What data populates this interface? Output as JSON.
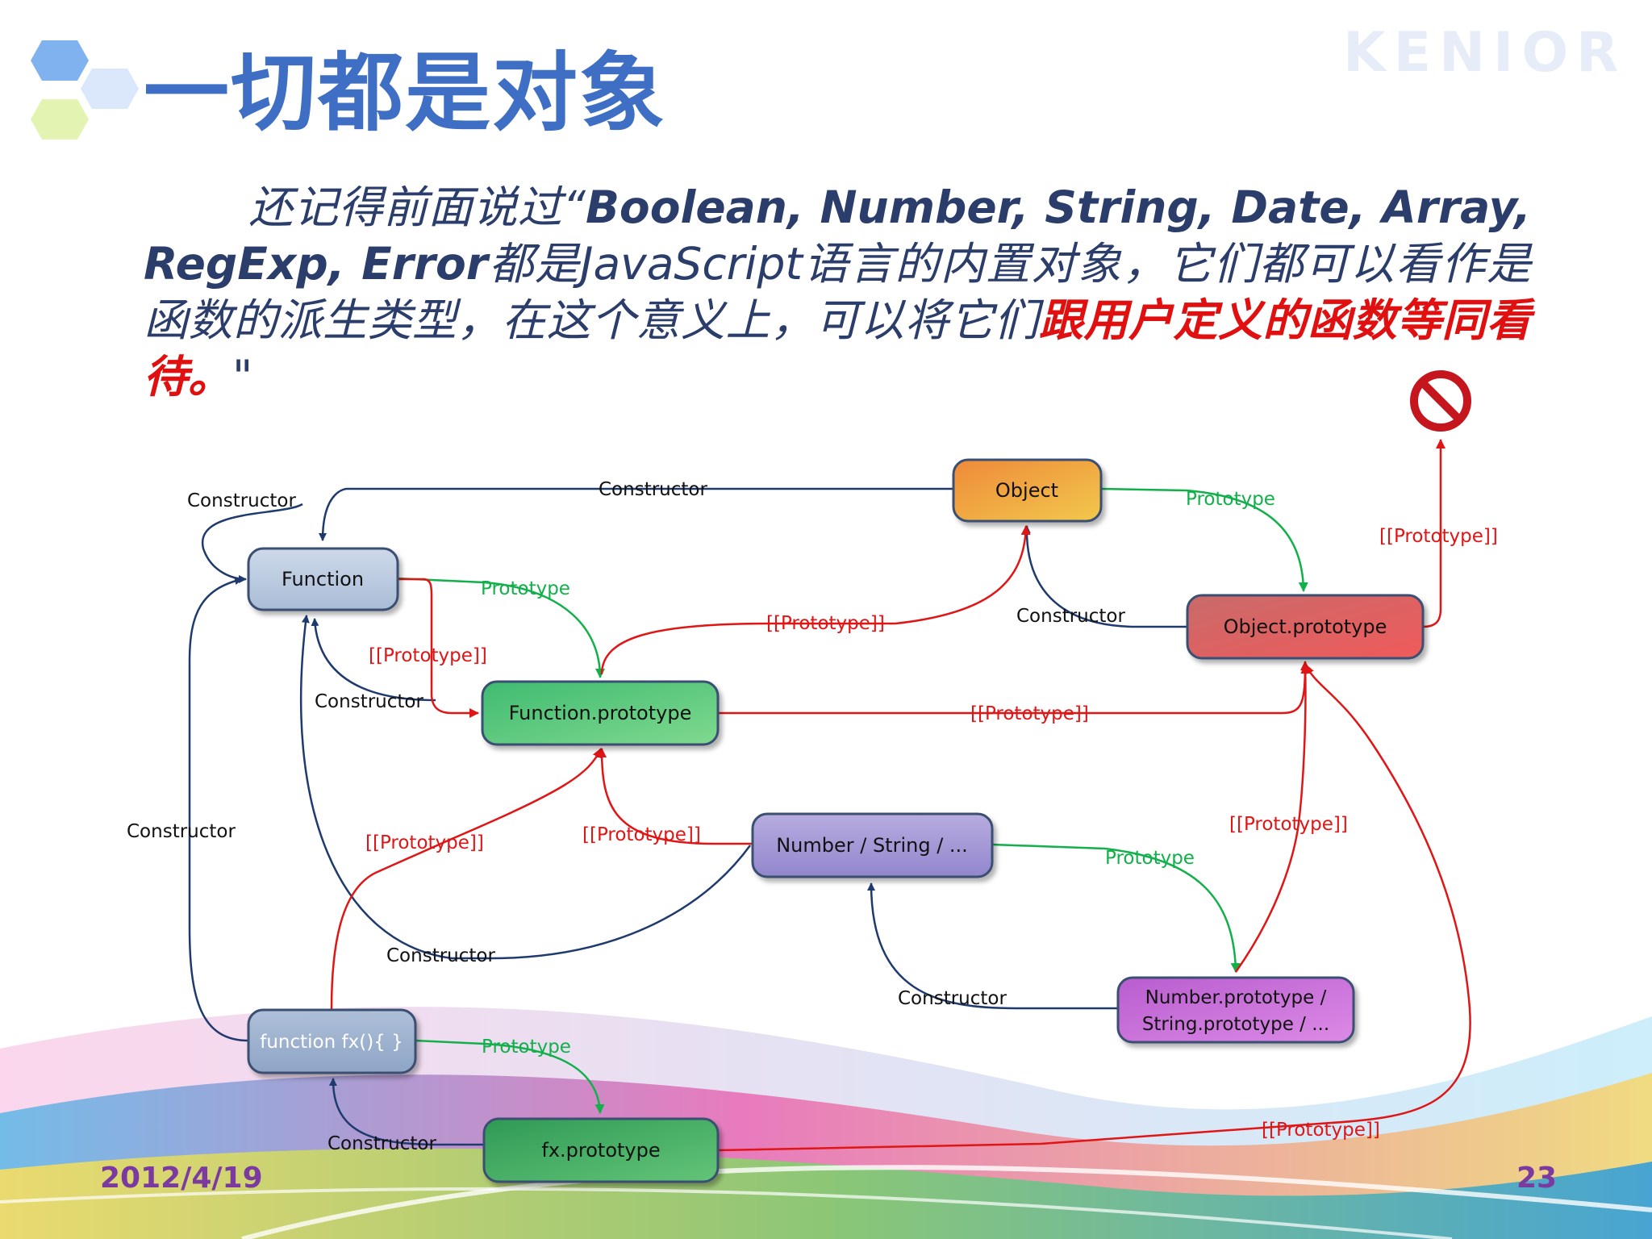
{
  "title": "一切都是对象",
  "watermark": "KENIOR",
  "paragraph": {
    "lead": "还记得前面说过“",
    "builtins": "Boolean, Number, String, Date, Array, RegExp, Error",
    "middle": "都是JavaScript语言的内置对象，它们都可以看作是函数的派生类型，在这个意义上，可以将它们",
    "emphasis": "跟用户定义的函数等同看待。",
    "close": "\""
  },
  "footer": {
    "date": "2012/4/19",
    "page": "23"
  },
  "nodes": {
    "object": "Object",
    "function": "Function",
    "object_prototype": "Object.prototype",
    "function_prototype": "Function.prototype",
    "number_string": "Number / String / ...",
    "number_prototype_line1": "Number.prototype /",
    "number_prototype_line2": "String.prototype / ...",
    "fx": "function fx(){ }",
    "fx_prototype": "fx.prototype"
  },
  "labels": {
    "constructor": "Constructor",
    "prototype": "Prototype",
    "internal_prototype": "[[Prototype]]"
  },
  "colors": {
    "constructor_edge": "#1f3a6e",
    "prototype_edge": "#12b04a",
    "internal_prototype_edge": "#e01515",
    "title": "#3f6fc4"
  }
}
